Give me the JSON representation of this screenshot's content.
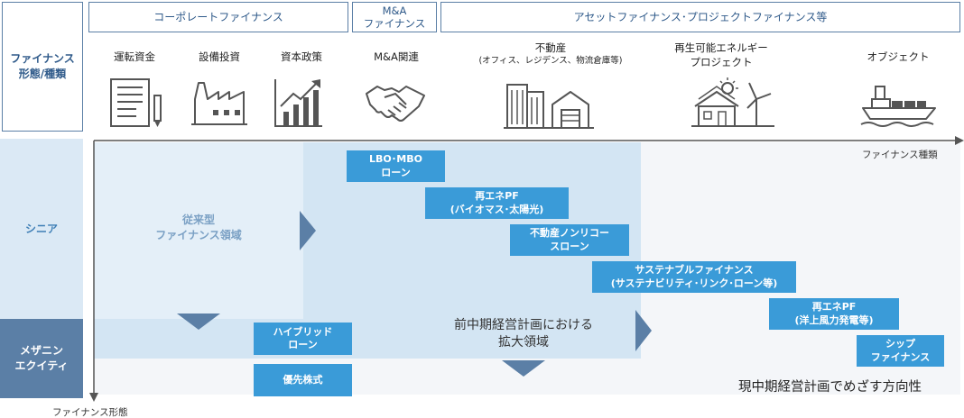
{
  "header": {
    "corporate_finance": "コーポレートファイナンス",
    "ma_finance": "M&A\nファイナンス",
    "asset_project_finance": "アセットファイナンス･プロジェクトファイナンス等"
  },
  "row_labels": {
    "finance_form": "ファイナンス\n形態/種類",
    "senior": "シニア",
    "mezzanine": "メザニン\nエクイティ"
  },
  "categories": [
    {
      "label": "運転資金",
      "sub": "",
      "icon": "document-pen-icon"
    },
    {
      "label": "設備投資",
      "sub": "",
      "icon": "factory-icon"
    },
    {
      "label": "資本政策",
      "sub": "",
      "icon": "growth-chart-icon"
    },
    {
      "label": "M&A関連",
      "sub": "",
      "icon": "handshake-icon"
    },
    {
      "label": "不動産",
      "sub": "(オフィス、レジデンス、物流倉庫等)",
      "icon": "buildings-icon"
    },
    {
      "label": "再生可能エネルギー\nプロジェクト",
      "sub": "",
      "icon": "solar-wind-icon"
    },
    {
      "label": "オブジェクト",
      "sub": "",
      "icon": "ship-icon"
    }
  ],
  "axes": {
    "x_label": "ファイナンス種類",
    "y_label": "ファイナンス形態"
  },
  "zones": {
    "conventional": "従来型\nファイナンス領域",
    "previous_plan": "前中期経営計画における\n拡大領域",
    "current_plan": "現中期経営計画でめざす方向性"
  },
  "products": [
    {
      "id": "lbo",
      "label": "LBO･MBO\nローン"
    },
    {
      "id": "re-pf-bio",
      "label": "再エネPF\n(バイオマス･太陽光)"
    },
    {
      "id": "realestate-nonrecourse",
      "label": "不動産ノンリコー\nスローン"
    },
    {
      "id": "sustainable",
      "label": "サステナブルファイナンス\n(サステナビリティ･リンク･ローン等)"
    },
    {
      "id": "re-pf-offshore",
      "label": "再エネPF\n(洋上風力発電等)"
    },
    {
      "id": "ship",
      "label": "シップ\nファイナンス"
    },
    {
      "id": "hybrid",
      "label": "ハイブリッド\nローン"
    },
    {
      "id": "preferred",
      "label": "優先株式"
    }
  ],
  "colors": {
    "accent": "#3a9bd8",
    "header_blue": "#2f5a8a",
    "arrow_slate": "#5b7fa6"
  }
}
